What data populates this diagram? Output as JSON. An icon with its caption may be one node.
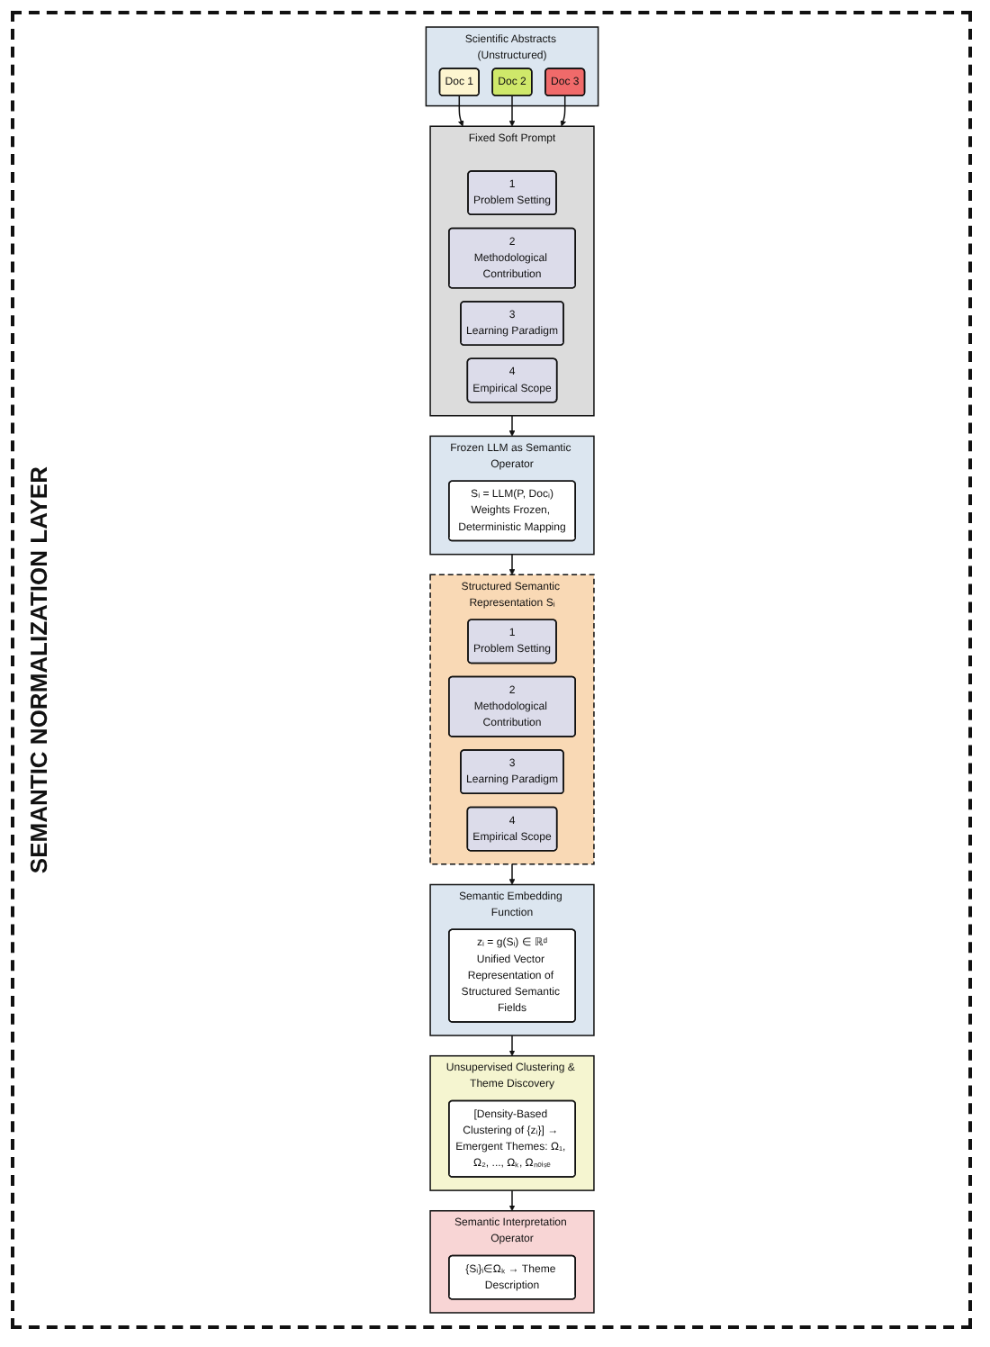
{
  "diagram": {
    "nodes": [
      {
        "text": [
          "Scientific Abstracts (Unstructured)"
        ]
      },
      {
        "text": [
          "Doc 1"
        ],
        "in": 0
      },
      {
        "text": [
          "Doc 2"
        ],
        "in": 0
      },
      {
        "text": [
          "Doc 3"
        ],
        "in": 0
      },
      {
        "text": [
          "Fixed Soft Prompt"
        ]
      },
      {
        "text": [
          "1",
          "Problem Setting"
        ],
        "in": 4
      },
      {
        "text": [
          "2",
          "Methodological Contribution"
        ],
        "in": 4
      },
      {
        "text": [
          "3",
          "Learning Paradigm"
        ],
        "in": 4
      },
      {
        "text": [
          "4",
          "Empirical Scope"
        ],
        "in": 4
      },
      {
        "text": [
          "Frozen LLM as Semantic Operator"
        ]
      },
      {
        "text": [
          "Sᵢ = LLM(P, Docᵢ)",
          "Weights Frozen, Deterministic Mapping"
        ],
        "in": 9
      },
      {
        "text": [
          "Structured Semantic Representation Sᵢ"
        ]
      },
      {
        "text": [
          "1",
          "Problem Setting"
        ],
        "in": 11
      },
      {
        "text": [
          "2",
          "Methodological Contribution"
        ],
        "in": 11
      },
      {
        "text": [
          "3",
          "Learning Paradigm"
        ],
        "in": 11
      },
      {
        "text": [
          "4",
          "Empirical Scope"
        ],
        "in": 11
      },
      {
        "text": [
          "Semantic Embedding Function"
        ]
      },
      {
        "text": [
          "zᵢ = g(Sᵢ) ∈ ℝᵈ",
          "Unified Vector Representation of Structured Semantic Fields"
        ],
        "in": 16
      },
      {
        "text": [
          "Unsupervised Clustering & Theme Discovery"
        ]
      },
      {
        "text": [
          "[Density-Based Clustering of {zᵢ}] → Emergent Themes: Ω₁, Ω₂, ..., Ωₖ, Ωₙₒᵢₛₑ"
        ],
        "in": 18
      },
      {
        "text": [
          "Semantic Interpretation Operator"
        ]
      },
      {
        "text": [
          "{Sᵢ}ᵢ∈Ωₖ → Theme Description"
        ],
        "in": 20
      }
    ],
    "edges": [
      {
        "from": 1,
        "to": 4,
        "arrow": "to"
      },
      {
        "from": 2,
        "to": 4,
        "arrow": "to"
      },
      {
        "from": 3,
        "to": 4,
        "arrow": "to"
      },
      {
        "from": 4,
        "to": 9,
        "arrow": "to"
      },
      {
        "from": 9,
        "to": 11,
        "arrow": "to"
      },
      {
        "from": 11,
        "to": 16,
        "arrow": "to"
      },
      {
        "from": 16,
        "to": 18,
        "arrow": "to"
      },
      {
        "from": 18,
        "to": 20,
        "arrow": "to"
      }
    ],
    "labels": [
      "SEMANTIC NORMALIZATION LAYER"
    ]
  }
}
